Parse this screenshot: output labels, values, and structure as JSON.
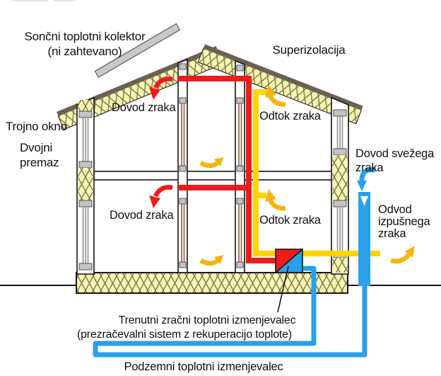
{
  "diagram": {
    "type": "passive-house-cross-section",
    "colors": {
      "supply_red": "#EE1B1B",
      "exhaust_yellow": "#FFD400",
      "arrow_gold": "#F6B40E",
      "pipe_blue": "#2B9FEA",
      "insulation_fill": "#F8F5B0",
      "insulation_line": "#73734C",
      "roof_dark": "#6C6055",
      "frame_gray": "#C4C4C4",
      "glazing_gray": "#8F8F8F",
      "wall_pipe_brown": "#9B6B52",
      "outline_black": "#141414"
    },
    "labels": {
      "solar_collector_line1": "Sončni toplotni kolektor",
      "solar_collector_line2": "(ni zahtevano)",
      "super_insulation": "Superizolacija",
      "triple_window": "Trojno okno",
      "double_coating_line1": "Dvojni",
      "double_coating_line2": "premaz",
      "air_supply_upper": "Dovod zraka",
      "air_supply_lower": "Dovod zraka",
      "air_extract_upper": "Odtok zraka",
      "air_extract_lower": "Odtok zraka",
      "fresh_air_line1": "Dovod svežega",
      "fresh_air_line2": "zraka",
      "exhaust_air_line1": "Odvod",
      "exhaust_air_line2": "izpušnega",
      "exhaust_air_line3": "zraka",
      "heat_exchanger_line1": "Trenutni zračni toplotni izmenjevalec",
      "heat_exchanger_line2": "(prezračevalni sistem z rekuperacijo toplote)",
      "ground_heat_exchanger": "Podzemni toplotni izmenjevalec"
    }
  }
}
